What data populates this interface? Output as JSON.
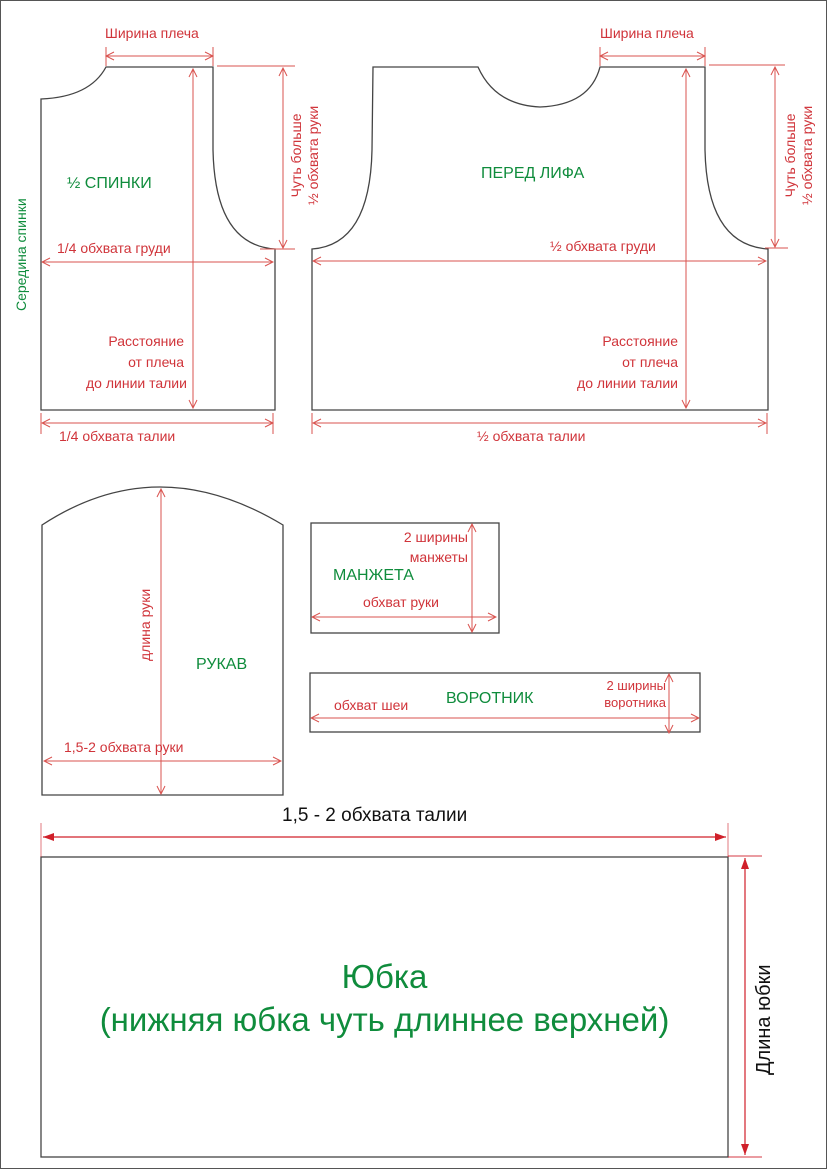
{
  "colors": {
    "outline": "#444444",
    "dimension": "#d0343a",
    "piece_label": "#0f8c3c"
  },
  "back": {
    "name": "½ СПИНКИ",
    "center_label": "Середина спинки",
    "shoulder_width": "Ширина плеча",
    "armhole_height_line1": "Чуть больше",
    "armhole_height_line2": "½ обхвата руки",
    "bust": "1/4 обхвата груди",
    "shoulder_to_waist_line1": "Расстояние",
    "shoulder_to_waist_line2": "от плеча",
    "shoulder_to_waist_line3": "до линии талии",
    "waist": "1/4 обхвата талии"
  },
  "front": {
    "name": "ПЕРЕД ЛИФА",
    "shoulder_width": "Ширина плеча",
    "armhole_height_line1": "Чуть больше",
    "armhole_height_line2": "½ обхвата руки",
    "bust": "½ обхвата груди",
    "shoulder_to_waist_line1": "Расстояние",
    "shoulder_to_waist_line2": "от плеча",
    "shoulder_to_waist_line3": "до линии талии",
    "waist": "½ обхвата талии"
  },
  "sleeve": {
    "name": "РУКАВ",
    "length": "длина руки",
    "width": "1,5-2 обхвата руки"
  },
  "cuff": {
    "name": "МАНЖЕТА",
    "height_line1": "2 ширины",
    "height_line2": "манжеты",
    "width": "обхват руки"
  },
  "collar": {
    "name": "ВОРОТНИК",
    "width": "обхват шеи",
    "height_line1": "2 ширины",
    "height_line2": "воротника"
  },
  "skirt": {
    "name_line1": "Юбка",
    "name_line2": "(нижняя юбка чуть длиннее верхней)",
    "width": "1,5 - 2 обхвата талии",
    "length": "Длина юбки"
  }
}
